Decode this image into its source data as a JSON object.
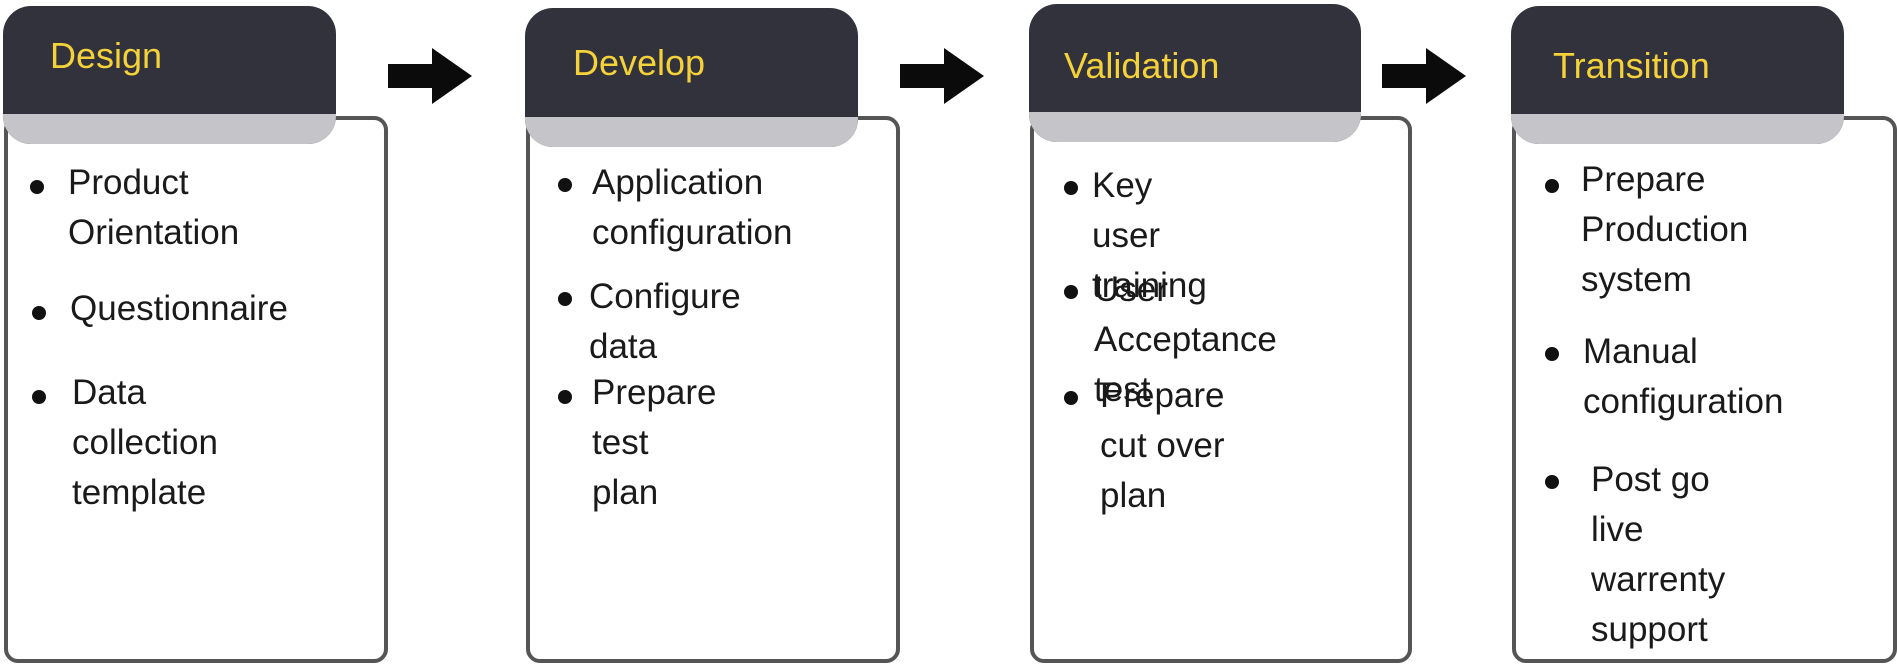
{
  "colors": {
    "header_bg": "#32323d",
    "header_band": "#c5c4c8",
    "title_text": "#f5d13a",
    "box_border": "#555555",
    "arrow": "#0b0b0b"
  },
  "phases": [
    {
      "title": "Design",
      "items": [
        "Product\nOrientation",
        "Questionnaire",
        "Data collection\ntemplate"
      ]
    },
    {
      "title": "Develop",
      "items": [
        "Application\nconfiguration",
        "Configure data",
        "Prepare test\nplan"
      ]
    },
    {
      "title": "Validation",
      "items": [
        "Key user training",
        "User Acceptance\ntest",
        "Prepare cut over\nplan"
      ]
    },
    {
      "title": "Transition",
      "items": [
        "Prepare\nProduction\nsystem",
        "Manual\nconfiguration",
        "Post go live\nwarrenty\nsupport"
      ]
    }
  ]
}
